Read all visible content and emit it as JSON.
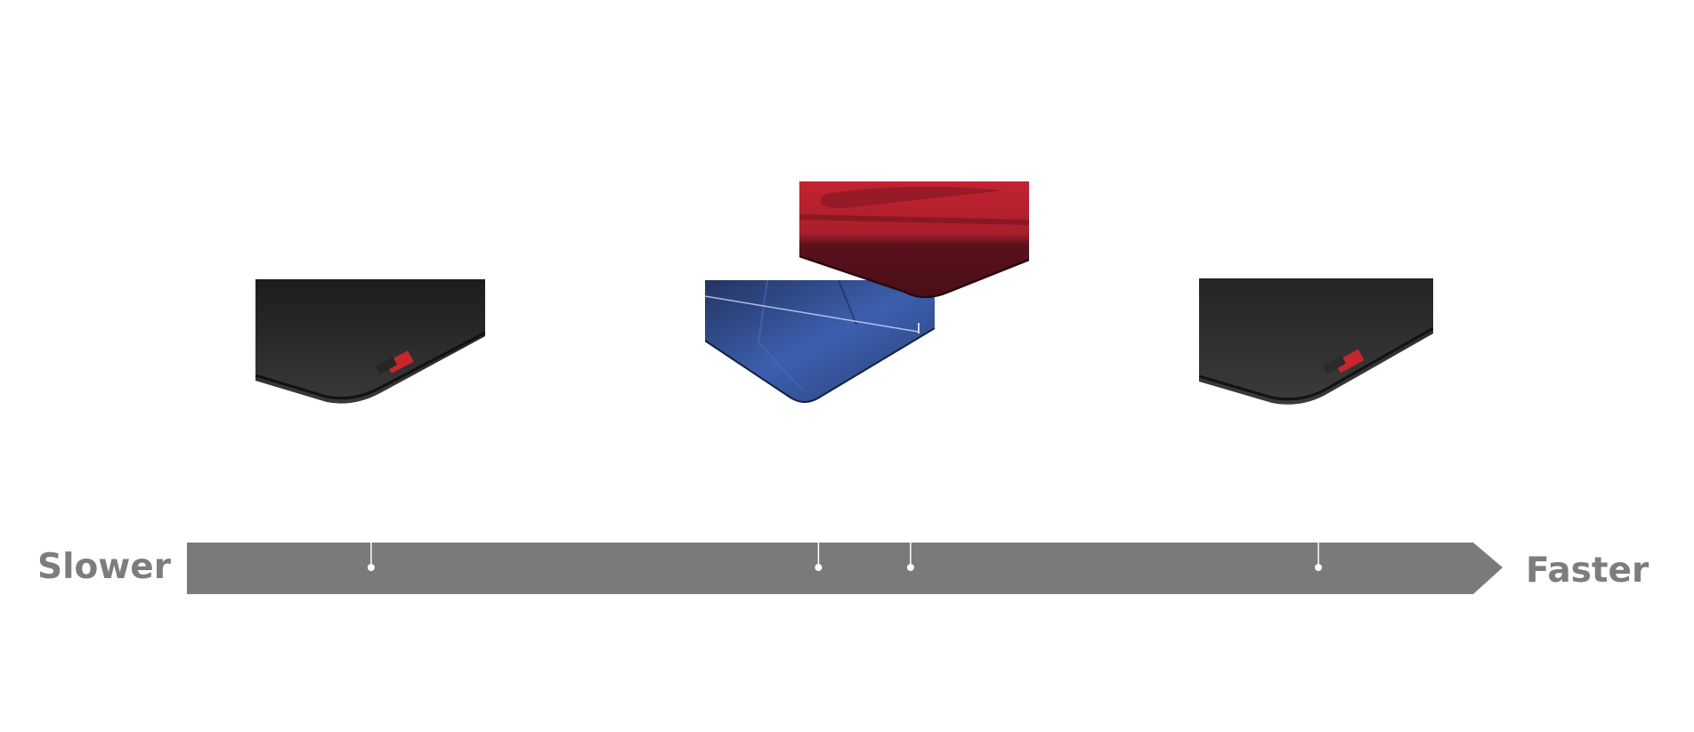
{
  "scale": {
    "left_label": "Slower",
    "right_label": "Faster",
    "bar_color": "#7a7a7a",
    "marker_color": "#ffffff",
    "label_color": "#7d7d7d"
  },
  "pads": [
    {
      "name": "black-pad-left",
      "surface_color": "#2b2a2b",
      "tag_color": "#c8262e",
      "speed": 0.14
    },
    {
      "name": "blue-pad",
      "surface_color": "#34509a",
      "speed": 0.48
    },
    {
      "name": "red-pad",
      "surface_color": "#a81f2c",
      "speed": 0.55
    },
    {
      "name": "black-pad-right",
      "surface_color": "#2c2c2d",
      "tag_color": "#c8262e",
      "speed": 0.86
    }
  ]
}
